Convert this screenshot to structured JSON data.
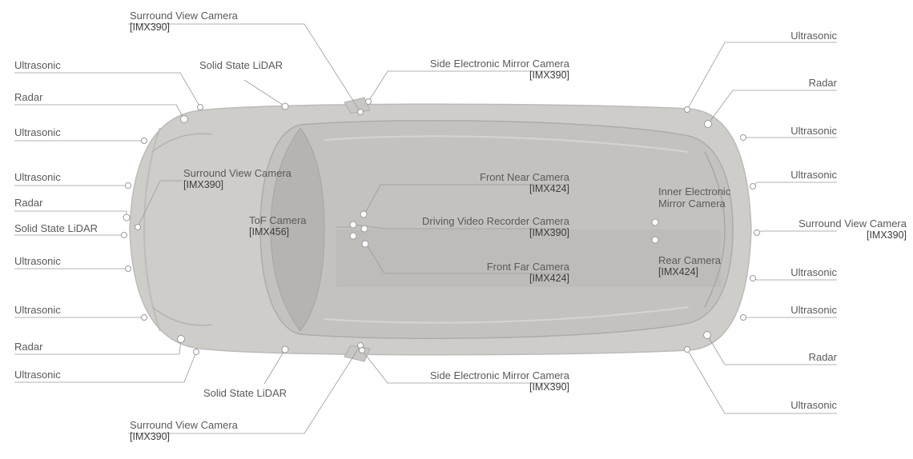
{
  "diagram": {
    "labels": {
      "sv_top_left": {
        "name": "Surround View Camera",
        "chip": "[IMX390]"
      },
      "us_l1": "Ultrasonic",
      "radar_l1": "Radar",
      "us_l2": "Ultrasonic",
      "us_l3": "Ultrasonic",
      "radar_l2": "Radar",
      "lidar_left": "Solid State LiDAR",
      "us_l4": "Ultrasonic",
      "us_l5": "Ultrasonic",
      "radar_l3": "Radar",
      "us_l6": "Ultrasonic",
      "lidar_top": "Solid State LiDAR",
      "lidar_bottom": "Solid State LiDAR",
      "sv_bottom_left": {
        "name": "Surround View Camera",
        "chip": "[IMX390]"
      },
      "side_mirror_top": {
        "name": "Side Electronic Mirror Camera",
        "chip": "[IMX390]"
      },
      "side_mirror_bottom": {
        "name": "Side Electronic Mirror Camera",
        "chip": "[IMX390]"
      },
      "sv_inner_left": {
        "name": "Surround View Camera",
        "chip": "[IMX390]"
      },
      "tof": {
        "name": "ToF Camera",
        "chip": "[IMX456]"
      },
      "front_near": {
        "name": "Front Near Camera",
        "chip": "[IMX424]"
      },
      "dvr": {
        "name": "Driving Video Recorder Camera",
        "chip": "[IMX390]"
      },
      "front_far": {
        "name": "Front Far Camera",
        "chip": "[IMX424]"
      },
      "inner_mirror": {
        "name": "Inner Electronic",
        "name2": "Mirror Camera"
      },
      "rear_cam": {
        "name": "Rear Camera",
        "chip": "[IMX424]"
      },
      "us_r1": "Ultrasonic",
      "radar_r1": "Radar",
      "us_r2": "Ultrasonic",
      "us_r3": "Ultrasonic",
      "sv_right": {
        "name": "Surround View Camera",
        "chip": "[IMX390]"
      },
      "us_r4": "Ultrasonic",
      "us_r5": "Ultrasonic",
      "radar_r2": "Radar",
      "us_r6": "Ultrasonic"
    }
  }
}
